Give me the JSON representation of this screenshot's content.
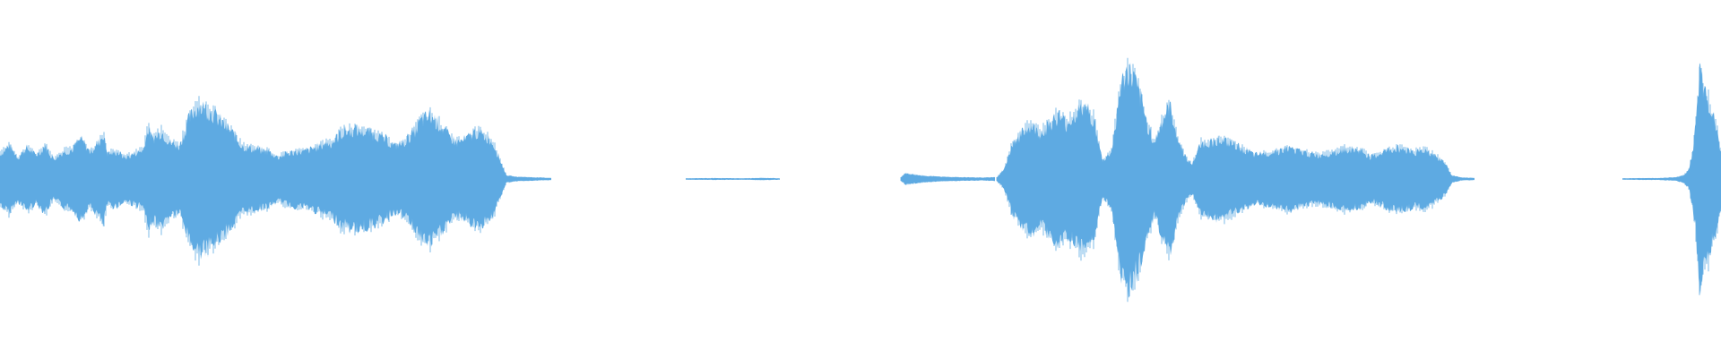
{
  "waveform": {
    "color": "#5eaae2",
    "background": "#ffffff",
    "segments": [
      {
        "samples": [
          [
            0,
            0.14
          ],
          [
            10,
            0.18
          ],
          [
            20,
            0.12
          ],
          [
            30,
            0.17
          ],
          [
            40,
            0.13
          ],
          [
            50,
            0.18
          ],
          [
            60,
            0.11
          ],
          [
            70,
            0.15
          ],
          [
            80,
            0.16
          ],
          [
            90,
            0.22
          ],
          [
            100,
            0.15
          ],
          [
            110,
            0.2
          ],
          [
            115,
            0.25
          ],
          [
            120,
            0.14
          ],
          [
            130,
            0.15
          ],
          [
            140,
            0.12
          ],
          [
            150,
            0.14
          ],
          [
            160,
            0.16
          ],
          [
            165,
            0.28
          ],
          [
            170,
            0.22
          ],
          [
            180,
            0.26
          ],
          [
            190,
            0.2
          ],
          [
            200,
            0.18
          ],
          [
            210,
            0.32
          ],
          [
            220,
            0.4
          ],
          [
            230,
            0.39
          ],
          [
            240,
            0.35
          ],
          [
            250,
            0.3
          ],
          [
            260,
            0.25
          ],
          [
            270,
            0.18
          ],
          [
            280,
            0.17
          ],
          [
            290,
            0.16
          ],
          [
            300,
            0.15
          ],
          [
            310,
            0.12
          ],
          [
            320,
            0.14
          ],
          [
            330,
            0.15
          ],
          [
            340,
            0.15
          ],
          [
            350,
            0.17
          ],
          [
            360,
            0.19
          ],
          [
            370,
            0.2
          ],
          [
            380,
            0.25
          ],
          [
            390,
            0.27
          ],
          [
            400,
            0.27
          ],
          [
            410,
            0.26
          ],
          [
            420,
            0.24
          ],
          [
            430,
            0.22
          ],
          [
            440,
            0.18
          ],
          [
            450,
            0.2
          ],
          [
            460,
            0.25
          ],
          [
            470,
            0.32
          ],
          [
            480,
            0.35
          ],
          [
            490,
            0.3
          ],
          [
            500,
            0.24
          ],
          [
            510,
            0.2
          ],
          [
            520,
            0.22
          ],
          [
            530,
            0.26
          ],
          [
            540,
            0.24
          ],
          [
            550,
            0.2
          ],
          [
            555,
            0.14
          ],
          [
            560,
            0.08
          ],
          [
            565,
            0.02
          ],
          [
            575,
            0.012
          ],
          [
            590,
            0.01
          ],
          [
            615,
            0.006
          ]
        ]
      },
      {
        "samples": [
          [
            765,
            0.004
          ],
          [
            800,
            0.005
          ],
          [
            830,
            0.004
          ],
          [
            850,
            0.006
          ],
          [
            870,
            0.004
          ]
        ]
      },
      {
        "samples": [
          [
            1005,
            0.01
          ],
          [
            1010,
            0.03
          ],
          [
            1018,
            0.025
          ],
          [
            1030,
            0.018
          ],
          [
            1050,
            0.012
          ],
          [
            1070,
            0.01
          ],
          [
            1095,
            0.008
          ],
          [
            1110,
            0.01
          ]
        ]
      },
      {
        "samples": [
          [
            1112,
            0.01
          ],
          [
            1120,
            0.05
          ],
          [
            1130,
            0.2
          ],
          [
            1140,
            0.25
          ],
          [
            1150,
            0.3
          ],
          [
            1160,
            0.25
          ],
          [
            1170,
            0.3
          ],
          [
            1180,
            0.35
          ],
          [
            1190,
            0.3
          ],
          [
            1200,
            0.36
          ],
          [
            1210,
            0.4
          ],
          [
            1220,
            0.33
          ],
          [
            1230,
            0.1
          ],
          [
            1240,
            0.15
          ],
          [
            1250,
            0.5
          ],
          [
            1258,
            0.6
          ],
          [
            1265,
            0.55
          ],
          [
            1272,
            0.45
          ],
          [
            1280,
            0.3
          ],
          [
            1288,
            0.2
          ],
          [
            1295,
            0.3
          ],
          [
            1300,
            0.35
          ],
          [
            1305,
            0.4
          ],
          [
            1310,
            0.3
          ],
          [
            1315,
            0.2
          ],
          [
            1320,
            0.15
          ],
          [
            1325,
            0.1
          ],
          [
            1330,
            0.08
          ],
          [
            1340,
            0.2
          ],
          [
            1350,
            0.2
          ],
          [
            1360,
            0.22
          ],
          [
            1370,
            0.2
          ],
          [
            1380,
            0.18
          ],
          [
            1390,
            0.16
          ],
          [
            1400,
            0.13
          ],
          [
            1410,
            0.14
          ],
          [
            1420,
            0.15
          ],
          [
            1430,
            0.16
          ],
          [
            1440,
            0.17
          ],
          [
            1450,
            0.15
          ],
          [
            1460,
            0.14
          ],
          [
            1470,
            0.13
          ],
          [
            1480,
            0.14
          ],
          [
            1490,
            0.15
          ],
          [
            1500,
            0.17
          ],
          [
            1510,
            0.16
          ],
          [
            1520,
            0.15
          ],
          [
            1530,
            0.12
          ],
          [
            1540,
            0.14
          ],
          [
            1550,
            0.16
          ],
          [
            1560,
            0.17
          ],
          [
            1570,
            0.16
          ],
          [
            1580,
            0.15
          ],
          [
            1590,
            0.16
          ],
          [
            1600,
            0.13
          ],
          [
            1610,
            0.1
          ],
          [
            1615,
            0.06
          ],
          [
            1620,
            0.02
          ],
          [
            1630,
            0.008
          ],
          [
            1645,
            0.006
          ]
        ]
      },
      {
        "samples": [
          [
            1810,
            0.004
          ],
          [
            1830,
            0.005
          ],
          [
            1850,
            0.005
          ],
          [
            1870,
            0.01
          ],
          [
            1878,
            0.02
          ],
          [
            1884,
            0.05
          ],
          [
            1888,
            0.15
          ],
          [
            1892,
            0.3
          ],
          [
            1896,
            0.6
          ],
          [
            1900,
            0.5
          ],
          [
            1905,
            0.45
          ],
          [
            1910,
            0.35
          ],
          [
            1915,
            0.3
          ],
          [
            1918,
            0.2
          ],
          [
            1920,
            0.15
          ]
        ]
      }
    ]
  }
}
